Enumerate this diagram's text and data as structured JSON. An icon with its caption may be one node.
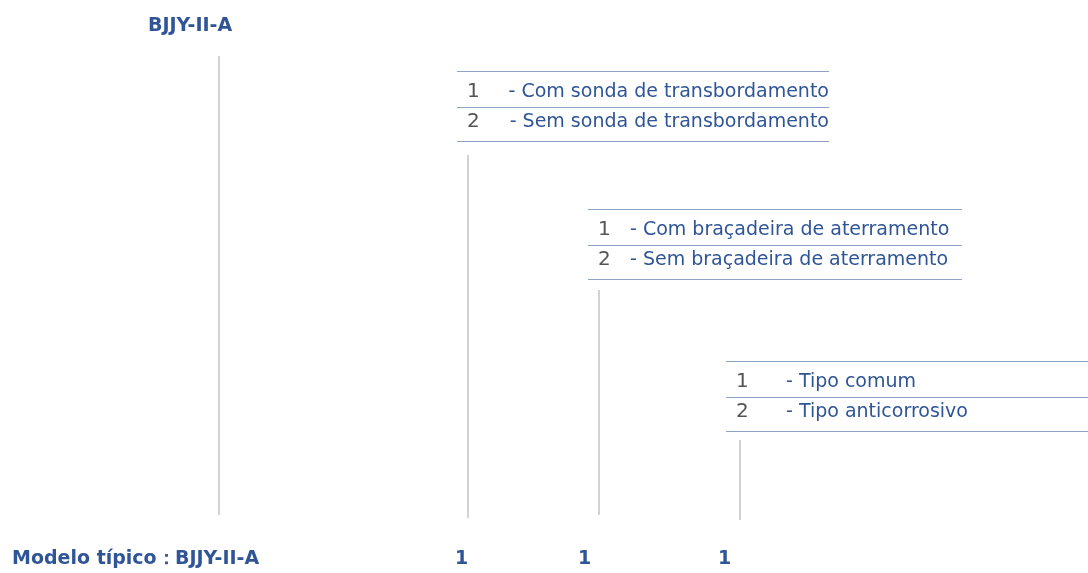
{
  "diagram": {
    "nodes": [
      {
        "text": [
          "BJJY-II-A"
        ]
      },
      {
        "text": [
          "1",
          "- Com sonda de transbordamento",
          "2",
          "- Sem sonda de transbordamento"
        ]
      },
      {
        "text": [
          "1",
          "- Com braçadeira de aterramento",
          "2",
          "- Sem braçadeira de aterramento"
        ]
      },
      {
        "text": [
          "1",
          "- Tipo comum",
          "2",
          "- Tipo anticorrosivo"
        ]
      },
      {
        "text": [
          "BJJY-II-A"
        ]
      },
      {
        "text": [
          "1"
        ]
      },
      {
        "text": [
          "1"
        ]
      },
      {
        "text": [
          "1"
        ]
      }
    ],
    "edges": [
      {
        "from": 0,
        "to": 4,
        "arrow": "none"
      },
      {
        "from": 1,
        "to": 5,
        "arrow": "none"
      },
      {
        "from": 2,
        "to": 6,
        "arrow": "none"
      },
      {
        "from": 3,
        "to": 7,
        "arrow": "none"
      }
    ],
    "labels": [
      "Modelo típico："
    ]
  }
}
